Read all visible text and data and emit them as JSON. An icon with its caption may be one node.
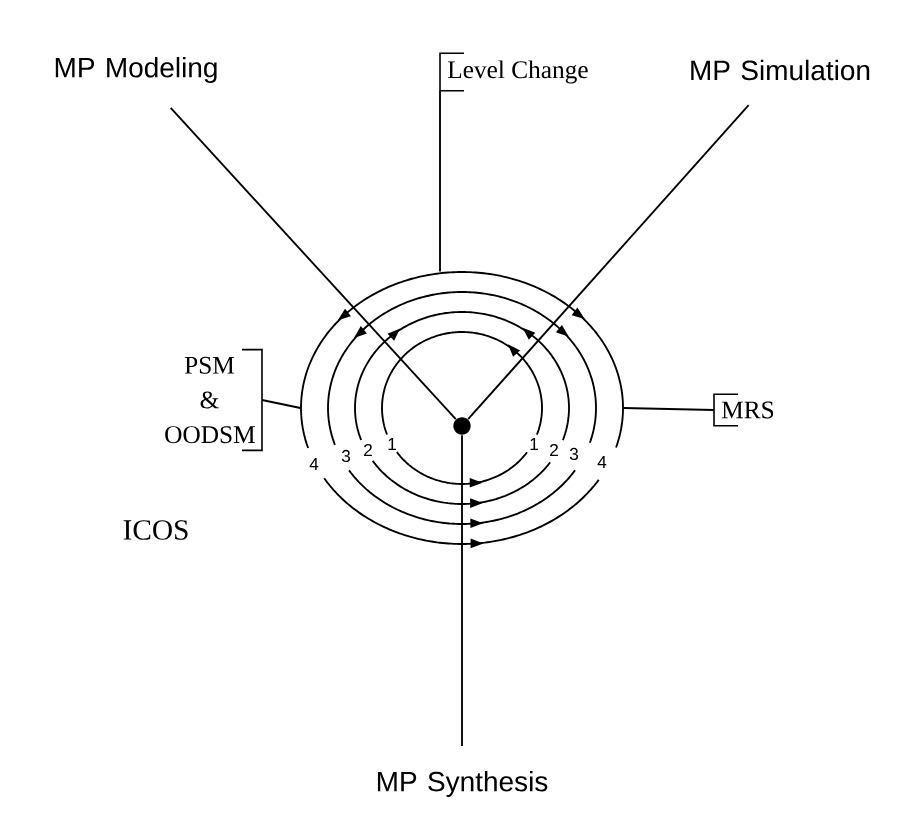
{
  "diagram": {
    "nodes": [
      {
        "text": [
          "MP Modeling"
        ]
      },
      {
        "text": [
          "MP Simulation"
        ]
      },
      {
        "text": [
          "Level Change"
        ]
      },
      {
        "text": [
          "PSM & OODSM"
        ]
      },
      {
        "text": [
          "MRS"
        ]
      },
      {
        "text": [],
        "shape": "picture"
      },
      {
        "text": [],
        "shape": "circle",
        "in": 5
      },
      {
        "text": [
          "MP Synthesis"
        ]
      }
    ],
    "edges": [
      {
        "from": 6,
        "to": 0,
        "arrow": "none"
      },
      {
        "from": 6,
        "to": 1,
        "arrow": "none"
      },
      {
        "from": 6,
        "to": 7,
        "arrow": "none"
      },
      {
        "from": 2,
        "to": 5,
        "arrow": "none"
      },
      {
        "from": 3,
        "to": 5,
        "arrow": "none"
      },
      {
        "from": 4,
        "to": 5,
        "arrow": "none"
      }
    ],
    "labels": [
      "4",
      "3",
      "2",
      "1",
      "1",
      "2",
      "3",
      "4",
      "ICOS"
    ]
  }
}
